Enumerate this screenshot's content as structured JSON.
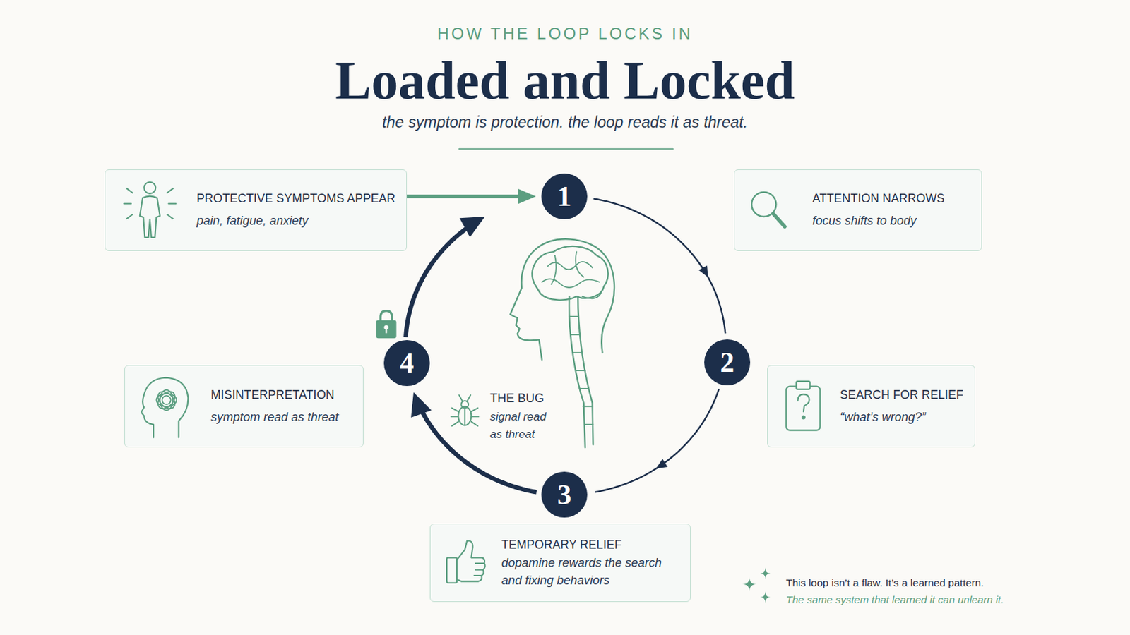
{
  "diagram": {
    "title": "Loaded and Locked",
    "caption": "the symptom is protection. the loop reads it as threat.",
    "nodes": [
      {
        "text": [
          "PROTECTIVE SYMPTOMS APPEAR",
          "pain, fatigue, anxiety"
        ]
      },
      {
        "text": [
          "1"
        ]
      },
      {
        "text": [
          "ATTENTION NARROWS",
          "focus shifts to body"
        ]
      },
      {
        "text": [
          "2"
        ]
      },
      {
        "text": [
          "SEARCH FOR RELIEF",
          "“what’s wrong?”"
        ]
      },
      {
        "text": [
          "3"
        ]
      },
      {
        "text": [
          "TEMPORARY RELIEF",
          "dopamine rewards the search and fixing behaviors"
        ]
      },
      {
        "text": [
          "4"
        ]
      },
      {
        "text": [
          "MISINTERPRETATION",
          "symptom read as threat"
        ]
      }
    ],
    "edges": [
      {
        "from": 0,
        "to": 1,
        "arrow": "to"
      },
      {
        "from": 1,
        "to": 3,
        "arrow": "to"
      },
      {
        "from": 3,
        "to": 5,
        "arrow": "to"
      },
      {
        "from": 5,
        "to": 7,
        "arrow": "to"
      },
      {
        "from": 7,
        "to": 1,
        "arrow": "to"
      }
    ],
    "labels": [
      "HOW THE LOOP LOCKS IN",
      "THE BUG",
      "signal read as threat",
      "This loop isn’t a flaw. It’s a learned pattern.",
      "The same system that learned it can unlearn it."
    ]
  }
}
